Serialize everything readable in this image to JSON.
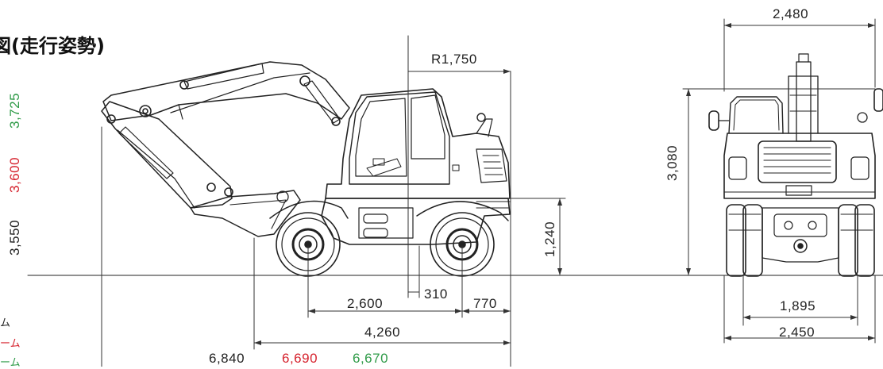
{
  "title": "図(走行姿勢)",
  "colors": {
    "line": "#222222",
    "dim": "#333333",
    "red": "#d6232e",
    "green": "#2f9b48"
  },
  "dims": {
    "w_2480": "2,480",
    "r_1750": "R1,750",
    "h_3080": "3,080",
    "h_1240": "1,240",
    "d_310": "310",
    "d_770": "770",
    "wb_2600": "2,600",
    "len_4260": "4,260",
    "tread_1895": "1,895",
    "width_2450": "2,450",
    "total_black": "6,840",
    "total_red": "6,690",
    "total_green": "6,670",
    "height_black": "3,550",
    "height_red": "3,600",
    "height_green": "3,725"
  },
  "legend": {
    "black": "ム",
    "red": "ーム",
    "green": "ーム"
  },
  "icons": [
    "side-view-excavator-icon",
    "rear-view-excavator-icon"
  ]
}
